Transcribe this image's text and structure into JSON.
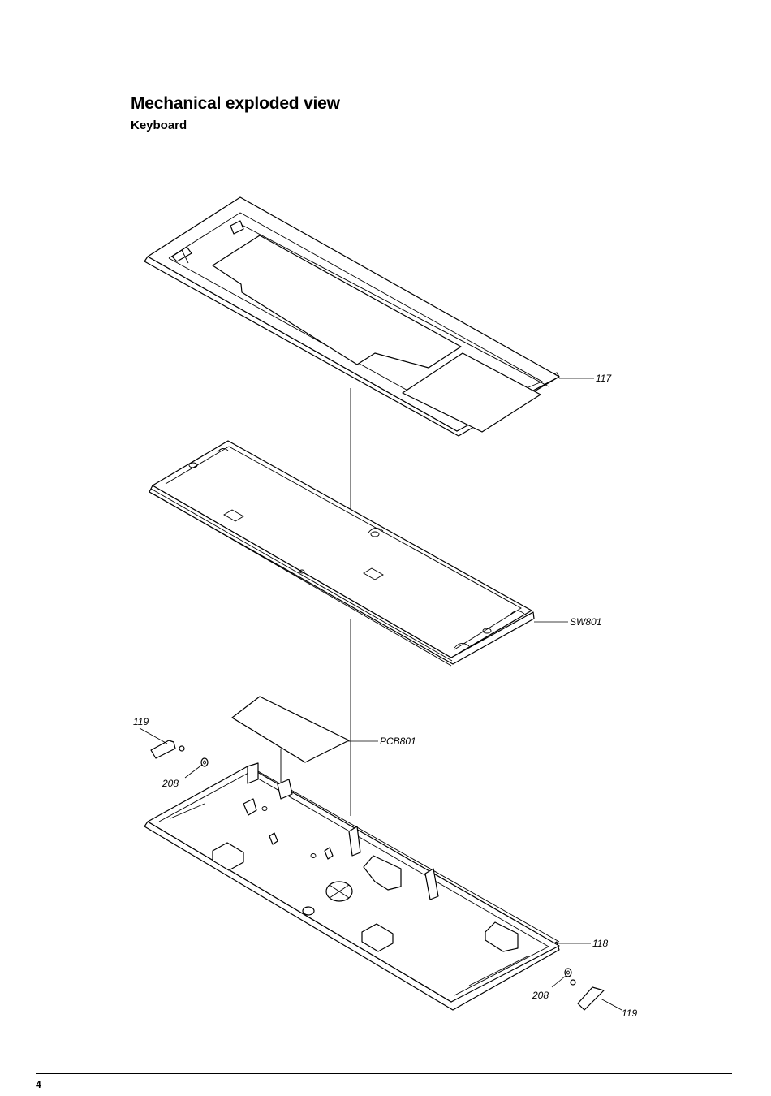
{
  "header": {
    "title": "Mechanical exploded view",
    "subtitle": "Keyboard"
  },
  "callouts": {
    "top_cover": "117",
    "switch_assembly": "SW801",
    "pcb": "PCB801",
    "foot_left": "119",
    "washer_left": "208",
    "bottom_case": "118",
    "washer_right": "208",
    "foot_right": "119"
  },
  "footer": {
    "page_number": "4"
  }
}
